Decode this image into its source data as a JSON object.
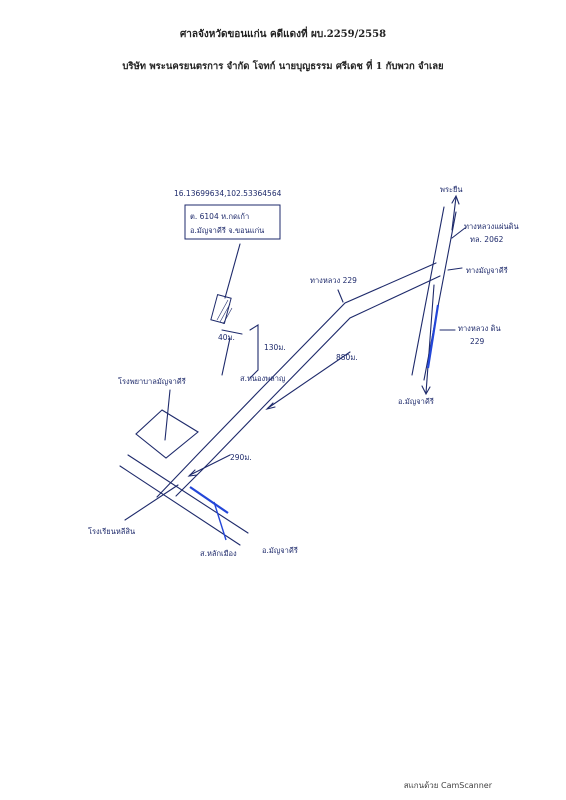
{
  "header": {
    "court": "ศาลจังหวัดขอนแก่น คดีแดงที่ ผบ.2259/2558",
    "parties": "บริษัท พระนครยนตรการ จำกัด โจทก์ นายบุญธรรม ศรีเดช ที่ 1 กับพวก จำเลย"
  },
  "map": {
    "coordinates": "16.13699634,102.53364564",
    "parcel_box": {
      "line1": "ต. 6104 ห.กดเก้า",
      "line2": "อ.มัญจาคีรี จ.ขอนแก่น"
    },
    "labels": {
      "north_dest": "พระยืน",
      "highway_label": "ทางหลวง 229",
      "right_highway_1": "ทางหลวงแผ่นดิน",
      "right_highway_2": "ทล. 2062",
      "right_school": "ทางมัญจาคีรี",
      "right_highway_3": "ทางหลวง ดิน",
      "right_highway_4": "229",
      "dist_40m": "40ม.",
      "dist_130m": "130ม.",
      "dist_880m": "880ม.",
      "dist_290m": "290ม.",
      "local_road": "ส.หนองพลาญ",
      "hospital": "โรงพยาบาลมัญจาคีรี",
      "south_dest": "อ.มัญจาคีรี",
      "bottom_left": "โรงเรียนหลีสิน",
      "bottom_road": "ส.หลักเมือง",
      "bottom_dest": "อ.มัญจาคีรี"
    }
  },
  "footer": {
    "scanner": "สแกนด้วย CamScanner"
  }
}
